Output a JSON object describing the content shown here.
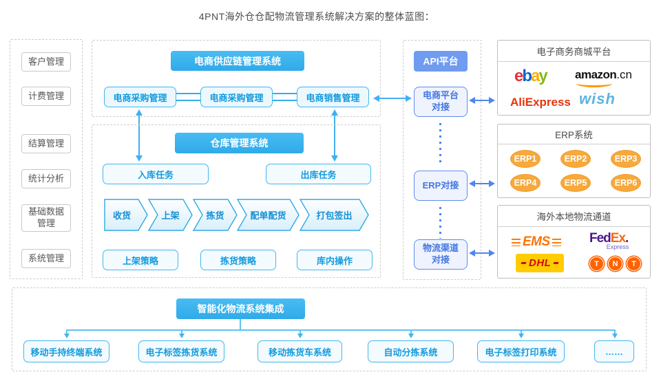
{
  "title": "4PNT海外仓仓配物流管理系统解决方案的整体蓝图：",
  "colors": {
    "sky_blue_header": "#3cb6f0",
    "api_blue_header": "#6f9bf0",
    "box_text_blue": "#129bdd",
    "api_text_blue": "#4377e2",
    "erp_orange": "#f7a93c",
    "dashed_border": "#cccccc"
  },
  "sidebar": {
    "items": [
      "客户管理",
      "计费管理",
      "结算管理",
      "统计分析",
      "基础数据管理",
      "系统管理"
    ]
  },
  "scm": {
    "header": "电商供应链管理系统",
    "boxes": [
      "电商采购管理",
      "电商采购管理",
      "电商销售管理"
    ]
  },
  "wms": {
    "header": "仓库管理系统",
    "inbound": "入库任务",
    "outbound": "出库任务",
    "process": [
      "收货",
      "上架",
      "拣货",
      "配单配货",
      "打包签出"
    ],
    "strategies": [
      "上架策略",
      "拣货策略",
      "库内操作"
    ]
  },
  "api": {
    "header": "API平台",
    "items": [
      "电商平台对接",
      "ERP对接",
      "物流渠道对接"
    ]
  },
  "platforms": {
    "title": "电子商务商城平台",
    "ebay_letters": [
      "e",
      "b",
      "a",
      "y"
    ],
    "amazon_name": "amazon",
    "amazon_tld": ".cn",
    "aliexpress": "AliExpress",
    "wish": "wish"
  },
  "erp": {
    "title": "ERP系统",
    "items": [
      "ERP1",
      "ERP2",
      "ERP3",
      "ERP4",
      "ERP5",
      "ERP6"
    ]
  },
  "logistics": {
    "title": "海外本地物流通道",
    "ems": "EMS",
    "fedex": {
      "fed": "Fed",
      "ex": "Ex",
      "dot": ".",
      "sub": "Express"
    },
    "dhl": "DHL",
    "tnt_letters": [
      "T",
      "N",
      "T"
    ]
  },
  "integration": {
    "header": "智能化物流系统集成",
    "systems": [
      "移动手持终端系统",
      "电子标签拣货系统",
      "移动拣货车系统",
      "自动分拣系统",
      "电子标签打印系统",
      "……"
    ]
  }
}
